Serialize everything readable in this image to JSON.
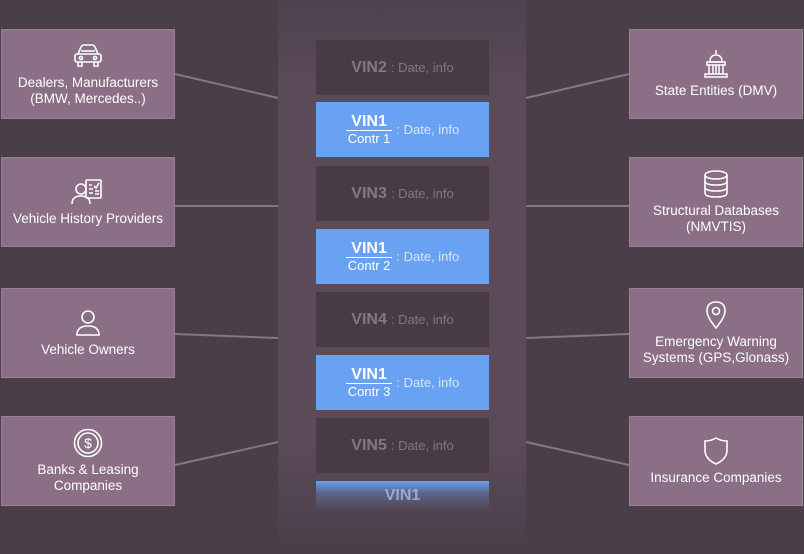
{
  "left_nodes": [
    {
      "icon": "car-icon",
      "label": "Dealers, Manufacturers (BMW, Mercedes..)"
    },
    {
      "icon": "person-document-icon",
      "label": "Vehicle History Providers"
    },
    {
      "icon": "person-icon",
      "label": "Vehicle Owners"
    },
    {
      "icon": "dollar-coin-icon",
      "label": "Banks & Leasing Companies"
    }
  ],
  "right_nodes": [
    {
      "icon": "government-building-icon",
      "label": "State Entities (DMV)"
    },
    {
      "icon": "database-icon",
      "label": "Structural Databases (NMVTIS)"
    },
    {
      "icon": "location-pin-icon",
      "label": "Emergency Warning Systems (GPS,Glonass)"
    },
    {
      "icon": "shield-icon",
      "label": "Insurance Companies"
    }
  ],
  "blocks": [
    {
      "style": "grey",
      "vin": "VIN2",
      "info": ": Date, info"
    },
    {
      "style": "blue",
      "vin": "VIN1",
      "contract": "Contr 1",
      "info": ": Date, info"
    },
    {
      "style": "grey",
      "vin": "VIN3",
      "info": ": Date, info"
    },
    {
      "style": "blue",
      "vin": "VIN1",
      "contract": "Contr 2",
      "info": ": Date, info"
    },
    {
      "style": "grey",
      "vin": "VIN4",
      "info": ": Date, info"
    },
    {
      "style": "blue",
      "vin": "VIN1",
      "contract": "Contr 3",
      "info": ": Date, info"
    },
    {
      "style": "grey",
      "vin": "VIN5",
      "info": ": Date, info"
    },
    {
      "style": "fade",
      "vin": "VIN1"
    }
  ],
  "colors": {
    "background": "#4a3e49",
    "node": "#8a6f86",
    "block_grey": "#483b45",
    "block_blue": "#69a1f3",
    "connector": "#8a7486"
  }
}
